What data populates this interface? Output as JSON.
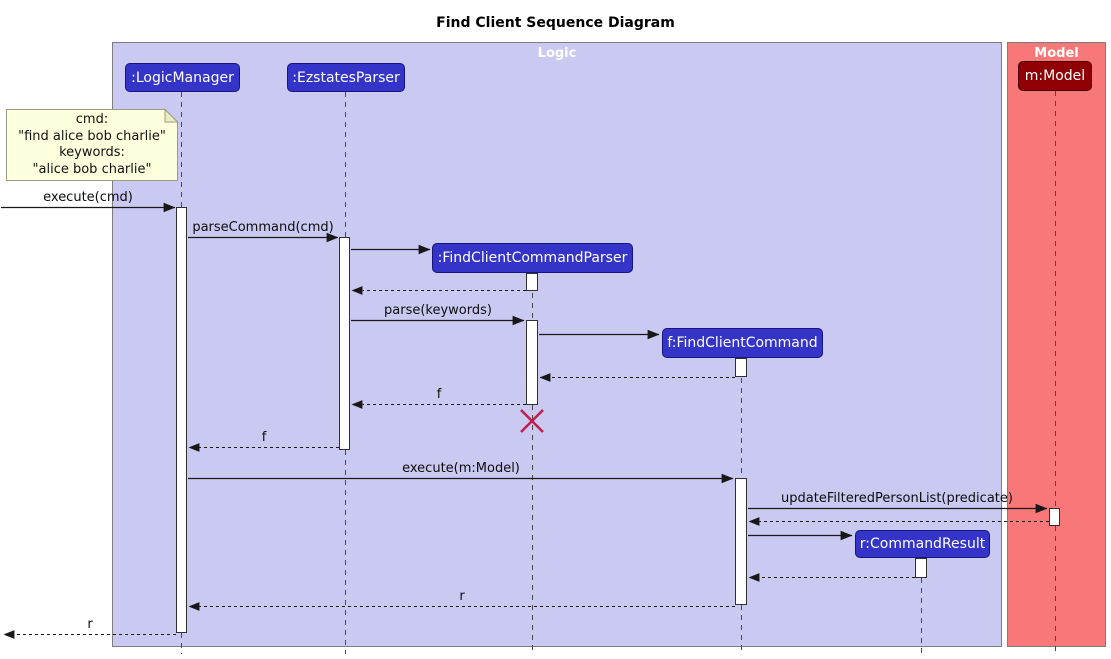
{
  "title": "Find Client Sequence Diagram",
  "frames": {
    "logic": {
      "label": "Logic",
      "bg": "#C9C9F2"
    },
    "model": {
      "label": "Model",
      "bg": "#F87879"
    }
  },
  "participants": {
    "logic_manager": {
      "label": ":LogicManager"
    },
    "ezstates_parser": {
      "label": ":EzstatesParser"
    },
    "find_client_command_parser": {
      "label": ":FindClientCommandParser"
    },
    "find_client_command": {
      "label": "f:FindClientCommand"
    },
    "command_result": {
      "label": "r:CommandResult"
    },
    "model": {
      "label": "m:Model"
    }
  },
  "note": {
    "lines": [
      "cmd:",
      "\"find alice bob charlie\"",
      "keywords:",
      "\"alice bob charlie\""
    ]
  },
  "messages": {
    "execute_cmd": "execute(cmd)",
    "parse_command": "parseCommand(cmd)",
    "parse_keywords": "parse(keywords)",
    "return_f_to_parser": "f",
    "return_f_to_logic_manager": "f",
    "execute_model": "execute(m:Model)",
    "update_filtered_person_list": "updateFilteredPersonList(predicate)",
    "return_r_to_logic_manager": "r",
    "return_r_out": "r"
  },
  "colors": {
    "logic_frame_bg": "#C9C9F2",
    "model_frame_bg": "#F87879",
    "participant_blue": "#3434C8",
    "model_box_red": "#8F0005",
    "note_bg": "#FEFFDC",
    "destroy_x": "#C01E4F",
    "line": "#181818"
  }
}
